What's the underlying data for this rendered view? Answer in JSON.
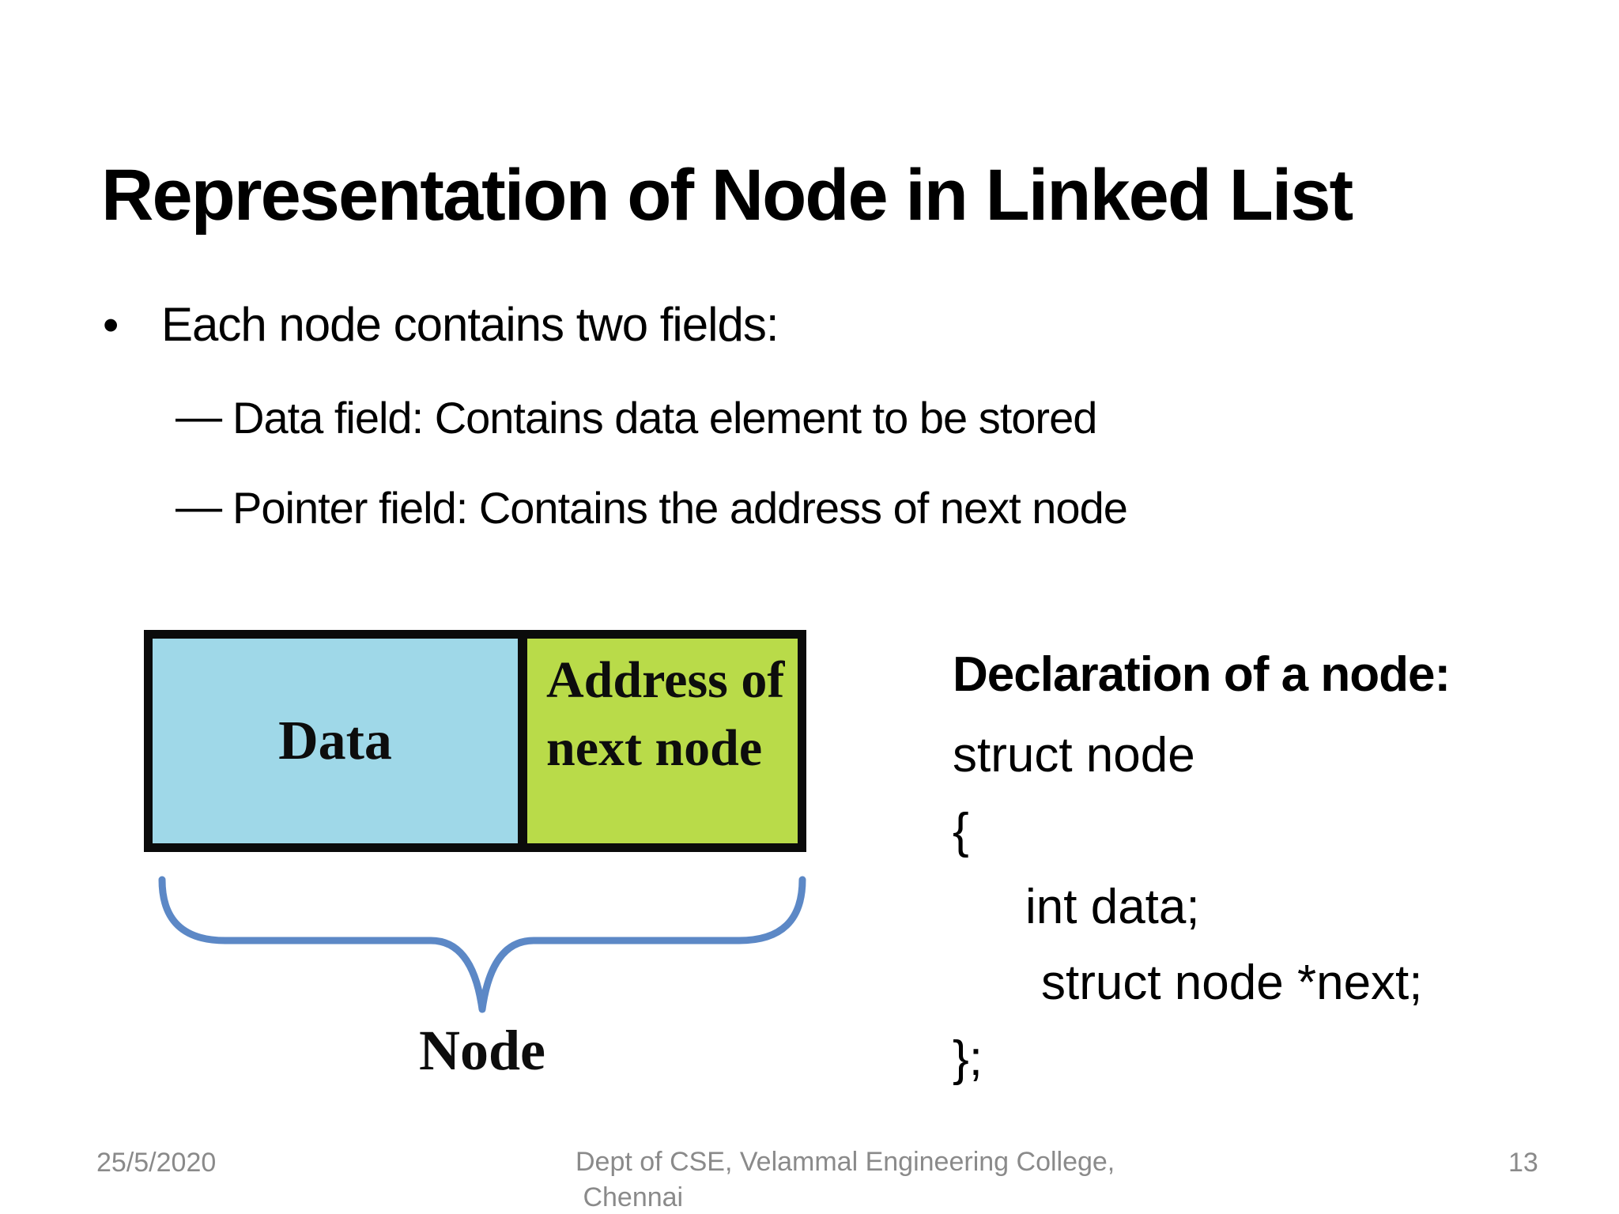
{
  "slide": {
    "title": "Representation of Node in Linked List",
    "bullets": {
      "dot_glyph": "•",
      "dash_glyph": "–",
      "main": "Each node contains two fields:",
      "sub": [
        "Data field: Contains data element to be stored",
        "Pointer field: Contains the address of next node"
      ]
    },
    "diagram": {
      "data_label": "Data",
      "address_label": "Address of next node",
      "node_label": "Node",
      "colors": {
        "data_cell_fill": "#9FD8E8",
        "address_cell_fill": "#B9DB49",
        "box_border": "#0B0B0B",
        "brace": "#5C88C6"
      }
    },
    "declaration": {
      "heading": "Declaration of a node:",
      "code_lines": [
        "struct node",
        "{",
        "int data;",
        "struct node *next;",
        "};"
      ]
    },
    "footer": {
      "date": "25/5/2020",
      "center": "Dept of CSE, Velammal Engineering College,\n Chennai",
      "page_number": "13"
    }
  }
}
